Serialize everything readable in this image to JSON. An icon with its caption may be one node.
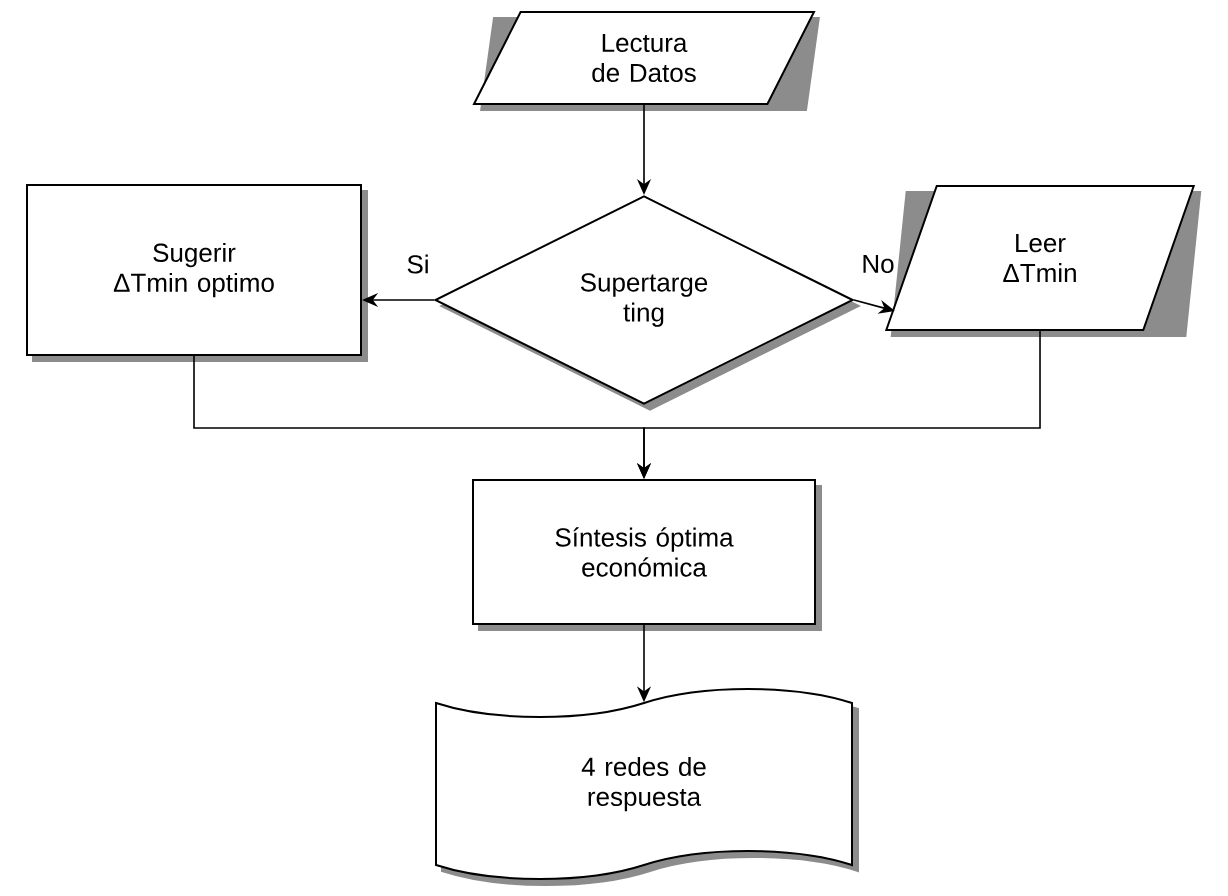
{
  "diagram": {
    "nodes": [
      {
        "text": [
          "Lectura de Datos"
        ]
      },
      {
        "text": [
          "Supertarge ting"
        ]
      },
      {
        "text": [
          "Sugerir ΔTmin optimo"
        ]
      },
      {
        "text": [
          "Leer ΔTmin"
        ]
      },
      {
        "text": [
          "Síntesis óptima económica"
        ]
      },
      {
        "text": [
          "4 redes de respuesta"
        ]
      }
    ],
    "edges": [
      {
        "from": 0,
        "to": 1,
        "arrow": "to"
      },
      {
        "from": 1,
        "to": 2,
        "arrow": "to",
        "label": "Si"
      },
      {
        "from": 1,
        "to": 3,
        "arrow": "to",
        "label": "No"
      },
      {
        "from": 2,
        "to": 4,
        "arrow": "to"
      },
      {
        "from": 3,
        "to": 4,
        "arrow": "to"
      },
      {
        "from": 4,
        "to": 5,
        "arrow": "to"
      }
    ]
  }
}
